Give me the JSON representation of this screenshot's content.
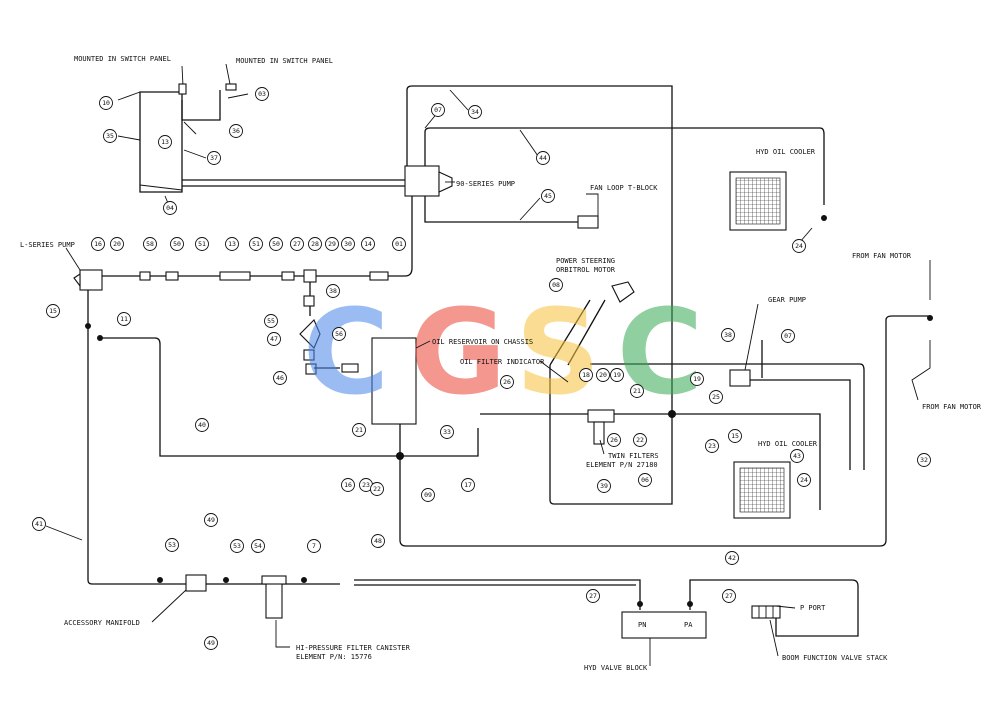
{
  "labels": {
    "switch_panel_1": "MOUNTED IN SWITCH PANEL",
    "switch_panel_2": "MOUNTED IN SWITCH PANEL",
    "pump_90": "90-SERIES PUMP",
    "fan_loop": "FAN LOOP T-BLOCK",
    "hyd_cooler_1": "HYD OIL COOLER",
    "hyd_cooler_2": "HYD OIL COOLER",
    "l_pump": "L-SERIES PUMP",
    "power_steering_1": "POWER STEERING",
    "power_steering_2": "ORBITROL MOTOR",
    "gear_pump": "GEAR PUMP",
    "from_fan_1": "FROM FAN MOTOR",
    "from_fan_2": "FROM FAN MOTOR",
    "reservoir": "OIL RESERVOIR ON CHASSIS",
    "filter_indicator": "OIL FILTER INDICATOR",
    "twin_filters_1": "TWIN FILTERS",
    "twin_filters_2": "ELEMENT P/N  27180",
    "accessory_manifold": "ACCESSORY MANIFOLD",
    "hp_filter_1": "HI-PRESSURE FILTER CANISTER",
    "hp_filter_2": "ELEMENT P/N: 15776",
    "valve_block": "HYD VALVE BLOCK",
    "port_pn": "PN",
    "port_pa": "PA",
    "p_port": "P PORT",
    "boom_stack": "BOOM FUNCTION VALVE STACK"
  },
  "callouts": [
    {
      "id": "c1",
      "text": "10"
    },
    {
      "id": "c2",
      "text": "35"
    },
    {
      "id": "c3",
      "text": "13"
    },
    {
      "id": "c4",
      "text": "36"
    },
    {
      "id": "c5",
      "text": "37"
    },
    {
      "id": "c6",
      "text": "04"
    },
    {
      "id": "c7",
      "text": "03"
    },
    {
      "id": "c8",
      "text": "07"
    },
    {
      "id": "c9",
      "text": "34"
    },
    {
      "id": "c10",
      "text": "44"
    },
    {
      "id": "c11",
      "text": "45"
    },
    {
      "id": "c12",
      "text": "24"
    },
    {
      "id": "c13",
      "text": "16"
    },
    {
      "id": "c14",
      "text": "20"
    },
    {
      "id": "c15",
      "text": "58"
    },
    {
      "id": "c16",
      "text": "50"
    },
    {
      "id": "c17",
      "text": "51"
    },
    {
      "id": "c18",
      "text": "13"
    },
    {
      "id": "c19",
      "text": "51"
    },
    {
      "id": "c20",
      "text": "50"
    },
    {
      "id": "c21",
      "text": "27"
    },
    {
      "id": "c22",
      "text": "28"
    },
    {
      "id": "c23",
      "text": "29"
    },
    {
      "id": "c24",
      "text": "30"
    },
    {
      "id": "c25",
      "text": "14"
    },
    {
      "id": "c26",
      "text": "01"
    },
    {
      "id": "c27",
      "text": "15"
    },
    {
      "id": "c28",
      "text": "11"
    },
    {
      "id": "c29",
      "text": "38"
    },
    {
      "id": "c30",
      "text": "55"
    },
    {
      "id": "c31",
      "text": "56"
    },
    {
      "id": "c32",
      "text": "47"
    },
    {
      "id": "c33",
      "text": "46"
    },
    {
      "id": "c34",
      "text": "08"
    },
    {
      "id": "c35",
      "text": "18"
    },
    {
      "id": "c36",
      "text": "20"
    },
    {
      "id": "c37",
      "text": "19"
    },
    {
      "id": "c38",
      "text": "21"
    },
    {
      "id": "c39",
      "text": "19"
    },
    {
      "id": "c40",
      "text": "38"
    },
    {
      "id": "c41",
      "text": "07"
    },
    {
      "id": "c42",
      "text": "26"
    },
    {
      "id": "c43",
      "text": "25"
    },
    {
      "id": "c44",
      "text": "15"
    },
    {
      "id": "c45",
      "text": "40"
    },
    {
      "id": "c46",
      "text": "21"
    },
    {
      "id": "c47",
      "text": "33"
    },
    {
      "id": "c48",
      "text": "26"
    },
    {
      "id": "c49",
      "text": "22"
    },
    {
      "id": "c50",
      "text": "23"
    },
    {
      "id": "c51",
      "text": "43"
    },
    {
      "id": "c52",
      "text": "24"
    },
    {
      "id": "c53",
      "text": "16"
    },
    {
      "id": "c54",
      "text": "23"
    },
    {
      "id": "c55",
      "text": "22"
    },
    {
      "id": "c56",
      "text": "17"
    },
    {
      "id": "c57",
      "text": "09"
    },
    {
      "id": "c58",
      "text": "06"
    },
    {
      "id": "c59",
      "text": "39"
    },
    {
      "id": "c60",
      "text": "32"
    },
    {
      "id": "c61",
      "text": "41"
    },
    {
      "id": "c62",
      "text": "49"
    },
    {
      "id": "c63",
      "text": "53"
    },
    {
      "id": "c64",
      "text": "53"
    },
    {
      "id": "c65",
      "text": "54"
    },
    {
      "id": "c66",
      "text": "7"
    },
    {
      "id": "c67",
      "text": "48"
    },
    {
      "id": "c68",
      "text": "49"
    },
    {
      "id": "c69",
      "text": "42"
    },
    {
      "id": "c70",
      "text": "27"
    },
    {
      "id": "c71",
      "text": "27"
    }
  ],
  "watermark": [
    "C",
    "G",
    "S",
    "C"
  ],
  "colors": {
    "line": "#111111",
    "wm_blue": "#4A86E8",
    "wm_red": "#EA4335",
    "wm_yellow": "#F6C33B",
    "wm_green": "#34A853"
  }
}
